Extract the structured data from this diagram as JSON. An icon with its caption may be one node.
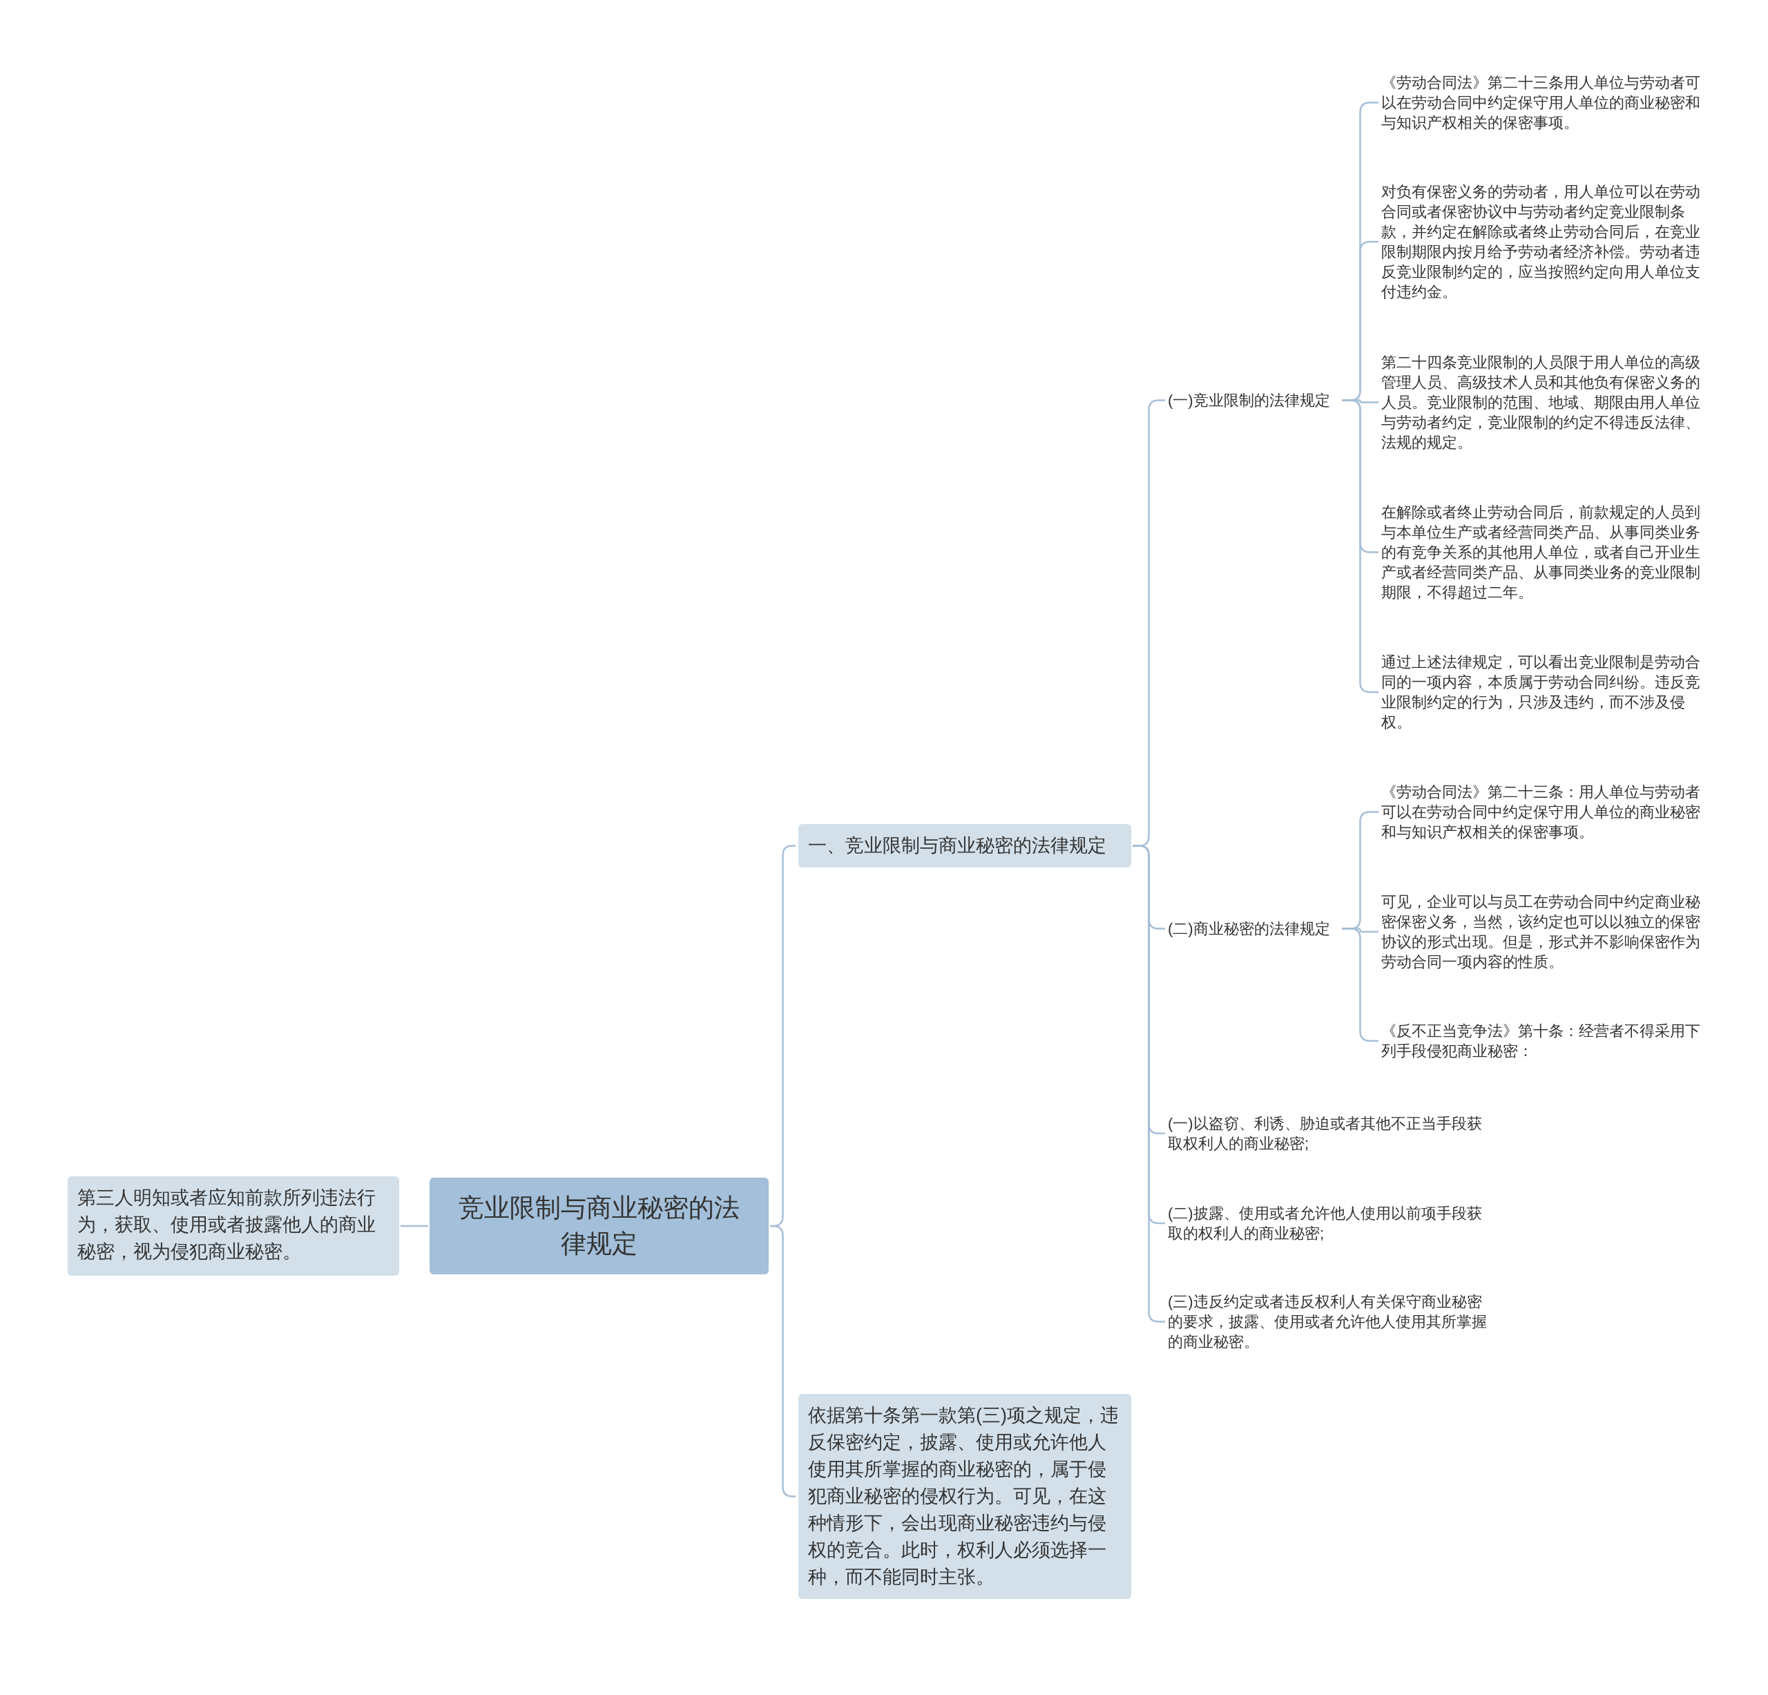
{
  "diagram": {
    "nodes": [
      {
        "text": [
          "竞业限制与商业秘密的法律规定"
        ]
      },
      {
        "text": [
          "第三人明知或者应知前款所列违法行为，获取、使用或者披露他人的商业秘密，视为侵犯商业秘密。"
        ]
      },
      {
        "text": [
          "一、竞业限制与商业秘密的法律规定"
        ]
      },
      {
        "text": [
          "依据第十条第一款第(三)项之规定，违反保密约定，披露、使用或允许他人使用其所掌握的商业秘密的，属于侵犯商业秘密的侵权行为。可见，在这种情形下，会出现商业秘密违约与侵权的竞合。此时，权利人必须选择一种，而不能同时主张。"
        ]
      },
      {
        "text": [
          "(一)竞业限制的法律规定"
        ]
      },
      {
        "text": [
          "《劳动合同法》第二十三条用人单位与劳动者可以在劳动合同中约定保守用人单位的商业秘密和与知识产权相关的保密事项。"
        ]
      },
      {
        "text": [
          "对负有保密义务的劳动者，用人单位可以在劳动合同或者保密协议中与劳动者约定竞业限制条款，并约定在解除或者终止劳动合同后，在竞业限制期限内按月给予劳动者经济补偿。劳动者违反竞业限制约定的，应当按照约定向用人单位支付违约金。"
        ]
      },
      {
        "text": [
          "第二十四条竞业限制的人员限于用人单位的高级管理人员、高级技术人员和其他负有保密义务的人员。竞业限制的范围、地域、期限由用人单位与劳动者约定，竞业限制的约定不得违反法律、法规的规定。"
        ]
      },
      {
        "text": [
          "在解除或者终止劳动合同后，前款规定的人员到与本单位生产或者经营同类产品、从事同类业务的有竞争关系的其他用人单位，或者自己开业生产或者经营同类产品、从事同类业务的竞业限制期限，不得超过二年。"
        ]
      },
      {
        "text": [
          "通过上述法律规定，可以看出竞业限制是劳动合同的一项内容，本质属于劳动合同纠纷。违反竞业限制约定的行为，只涉及违约，而不涉及侵权。"
        ]
      },
      {
        "text": [
          "(二)商业秘密的法律规定"
        ]
      },
      {
        "text": [
          "《劳动合同法》第二十三条：用人单位与劳动者可以在劳动合同中约定保守用人单位的商业秘密和与知识产权相关的保密事项。"
        ]
      },
      {
        "text": [
          "可见，企业可以与员工在劳动合同中约定商业秘密保密义务，当然，该约定也可以以独立的保密协议的形式出现。但是，形式并不影响保密作为劳动合同一项内容的性质。"
        ]
      },
      {
        "text": [
          "《反不正当竞争法》第十条：经营者不得采用下列手段侵犯商业秘密："
        ]
      },
      {
        "text": [
          "(一)以盗窃、利诱、胁迫或者其他不正当手段获取权利人的商业秘密;"
        ]
      },
      {
        "text": [
          "(二)披露、使用或者允许他人使用以前项手段获取的权利人的商业秘密;"
        ]
      },
      {
        "text": [
          "(三)违反约定或者违反权利人有关保守商业秘密的要求，披露、使用或者允许他人使用其所掌握的商业秘密。"
        ]
      }
    ],
    "edges": [
      {
        "from": 0,
        "to": 1,
        "arrow": "none"
      },
      {
        "from": 0,
        "to": 2,
        "arrow": "none"
      },
      {
        "from": 0,
        "to": 3,
        "arrow": "none"
      },
      {
        "from": 2,
        "to": 4,
        "arrow": "none"
      },
      {
        "from": 4,
        "to": 5,
        "arrow": "none"
      },
      {
        "from": 4,
        "to": 6,
        "arrow": "none"
      },
      {
        "from": 4,
        "to": 7,
        "arrow": "none"
      },
      {
        "from": 4,
        "to": 8,
        "arrow": "none"
      },
      {
        "from": 4,
        "to": 9,
        "arrow": "none"
      },
      {
        "from": 2,
        "to": 10,
        "arrow": "none"
      },
      {
        "from": 10,
        "to": 11,
        "arrow": "none"
      },
      {
        "from": 10,
        "to": 12,
        "arrow": "none"
      },
      {
        "from": 10,
        "to": 13,
        "arrow": "none"
      },
      {
        "from": 2,
        "to": 14,
        "arrow": "none"
      },
      {
        "from": 2,
        "to": 15,
        "arrow": "none"
      },
      {
        "from": 2,
        "to": 16,
        "arrow": "none"
      }
    ]
  }
}
